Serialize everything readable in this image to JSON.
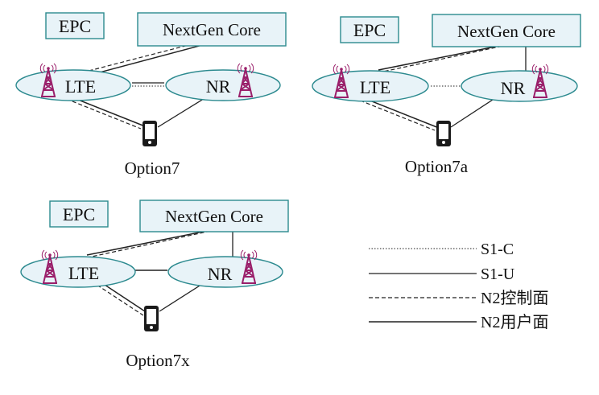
{
  "labels": {
    "epc": "EPC",
    "core": "NextGen Core",
    "lte": "LTE",
    "nr": "NR"
  },
  "options": [
    {
      "caption": "Option7"
    },
    {
      "caption": "Option7a"
    },
    {
      "caption": "Option7x"
    }
  ],
  "legend": [
    {
      "label": "S1-C",
      "style": "dotted"
    },
    {
      "label": "S1-U",
      "style": "solid"
    },
    {
      "label": "N2控制面",
      "style": "dashed"
    },
    {
      "label": "N2用户面",
      "style": "solid"
    }
  ],
  "colors": {
    "box_fill": "#e8f3f8",
    "box_stroke": "#2c8a8f",
    "tower": "#9a1f6a"
  },
  "icons": [
    "cell-tower-icon",
    "phone-icon"
  ]
}
